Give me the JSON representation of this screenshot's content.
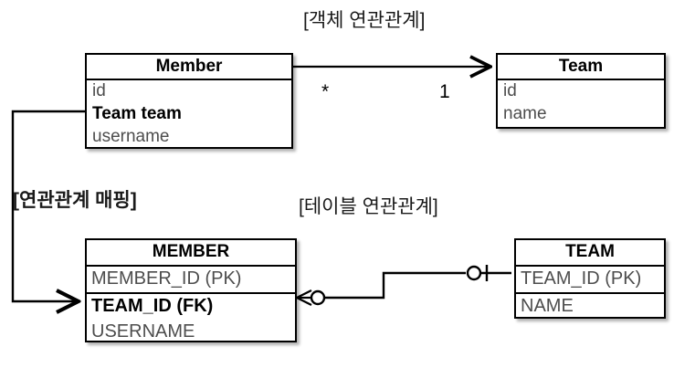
{
  "diagram": {
    "title_object": "[객체 연관관계]",
    "title_table": "[테이블 연관관계]",
    "title_mapping": "[연관관계 매핑]",
    "ink_color": "#000000",
    "field_color": "#4d4d4d",
    "background": "#ffffff"
  },
  "object_model": {
    "member_class": {
      "name": "Member",
      "fields": [
        {
          "label": "id",
          "emphasis": false
        },
        {
          "label": "Team team",
          "emphasis": true
        },
        {
          "label": "username",
          "emphasis": false
        }
      ]
    },
    "team_class": {
      "name": "Team",
      "fields": [
        {
          "label": "id",
          "emphasis": false
        },
        {
          "label": "name",
          "emphasis": false
        }
      ]
    },
    "association": {
      "from_multiplicity": "*",
      "to_multiplicity": "1",
      "arrow_style": "open-arrow",
      "direction": "member-to-team"
    }
  },
  "table_model": {
    "member_table": {
      "name": "MEMBER",
      "columns": [
        {
          "label": "MEMBER_ID (PK)",
          "emphasis": false
        },
        {
          "label": "TEAM_ID (FK)",
          "emphasis": true
        },
        {
          "label": "USERNAME",
          "emphasis": false
        }
      ]
    },
    "team_table": {
      "name": "TEAM",
      "columns": [
        {
          "label": "TEAM_ID (PK)",
          "emphasis": false
        },
        {
          "label": "NAME",
          "emphasis": false
        }
      ]
    },
    "relationship": {
      "member_side_notation": "zero-or-many",
      "team_side_notation": "zero-or-one"
    }
  },
  "mapping_link": {
    "source_field": "Team team",
    "target_column": "TEAM_ID (FK)",
    "arrow_style": "open-arrow"
  }
}
